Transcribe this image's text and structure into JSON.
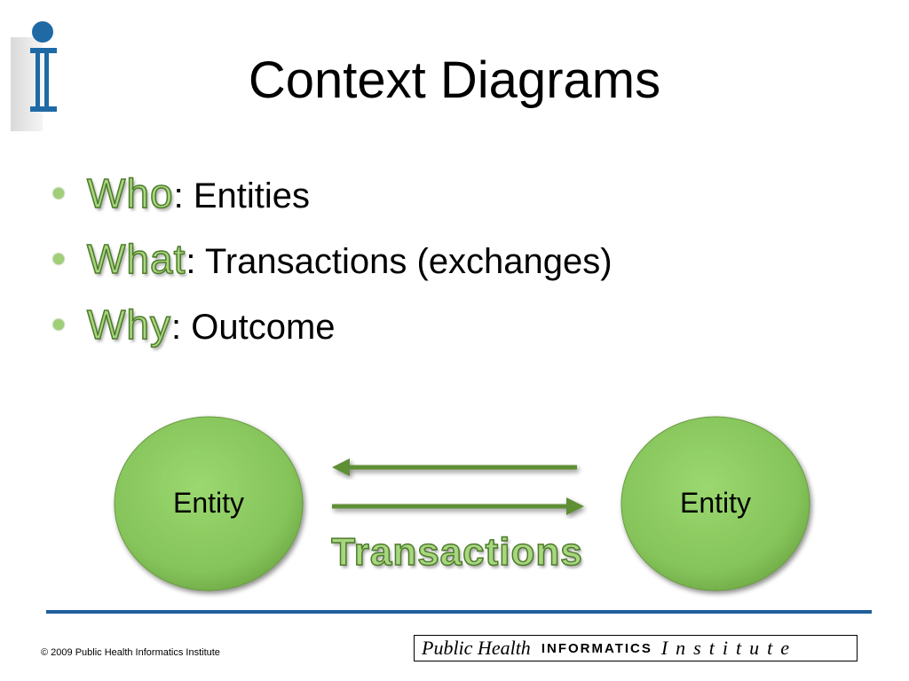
{
  "slide": {
    "title": "Context Diagrams",
    "logo_icon": "info-i-icon"
  },
  "bullets": [
    {
      "keyword": "Who",
      "text": ": Entities"
    },
    {
      "keyword": "What",
      "text": ": Transactions (exchanges)"
    },
    {
      "keyword": "Why",
      "text": ": Outcome"
    }
  ],
  "diagram": {
    "left_entity": "Entity",
    "right_entity": "Entity",
    "flow_label": "Transactions",
    "colors": {
      "entity_fill": "#8fcf5f",
      "entity_edge": "#4e7a2a",
      "arrow": "#5f8f35",
      "keyword_fill": "#a6d77f"
    }
  },
  "footer": {
    "copyright": "© 2009 Public Health Informatics Institute",
    "org_part_1": "Public Health",
    "org_part_2": "INFORMATICS",
    "org_part_3": "Institute",
    "rule_color": "#1f5e9a"
  }
}
